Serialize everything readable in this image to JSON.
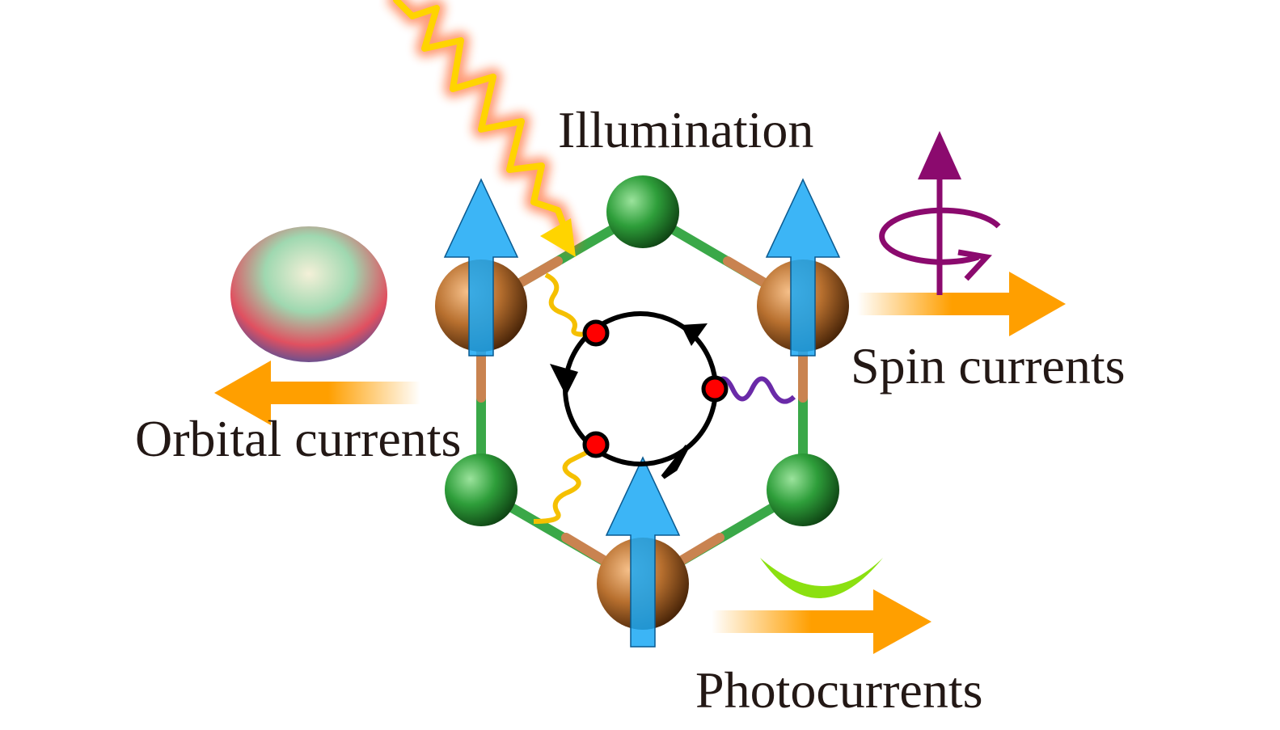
{
  "labels": {
    "illumination": "Illumination",
    "spin_currents": "Spin currents",
    "orbital_currents": "Orbital currents",
    "photocurrents": "Photocurrents"
  },
  "colors": {
    "light": "#ffd400",
    "light_glow": "#ff5a1f",
    "arrow_orange": "#ff9f00",
    "spin_arrow": "#1aa8f5",
    "copper_atom": "#b8702f",
    "green_atom": "#2e9e3a",
    "spin_symbol": "#8b0a6e",
    "crescent": "#8be010",
    "electron": "#ff0000",
    "purple_wave": "#6a2aa8"
  }
}
